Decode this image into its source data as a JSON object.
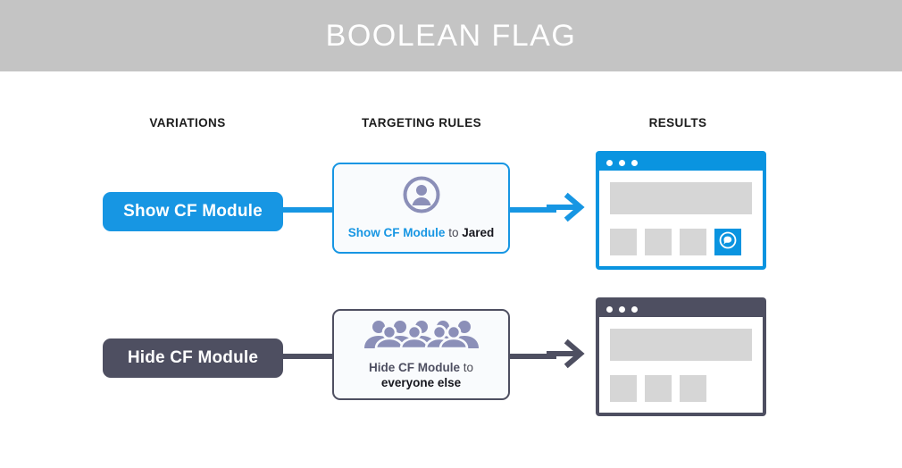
{
  "header": {
    "title": "BOOLEAN FLAG",
    "background_color": "#c4c4c4",
    "title_color": "#ffffff"
  },
  "columns": {
    "variations": "VARIATIONS",
    "targeting_rules": "TARGETING RULES",
    "results": "RESULTS"
  },
  "colors": {
    "accent_blue": "#1796e3",
    "window_blue": "#0a94e0",
    "slate": "#4e4f61",
    "placeholder_gray": "#d6d6d6",
    "person_icon": "#8b8fb8",
    "card_background": "#f9fbfd"
  },
  "rows": [
    {
      "variation_label": "Show CF Module",
      "rule_icon": "single-person-icon",
      "rule_lead": "Show CF Module",
      "rule_conjunction": "to",
      "rule_target": "Jared",
      "arrow_icon": "arrow-right-icon",
      "window": {
        "dots": 3,
        "tiles": [
          "gray",
          "gray",
          "gray",
          "cf-module"
        ],
        "cf_tile_icon": "chat-bubble-icon"
      }
    },
    {
      "variation_label": "Hide CF Module",
      "rule_icon": "group-people-icon",
      "rule_lead": "Hide CF Module",
      "rule_conjunction": "to",
      "rule_target": "everyone else",
      "arrow_icon": "arrow-right-icon",
      "window": {
        "dots": 3,
        "tiles": [
          "gray",
          "gray",
          "gray"
        ],
        "cf_tile_icon": null
      }
    }
  ]
}
